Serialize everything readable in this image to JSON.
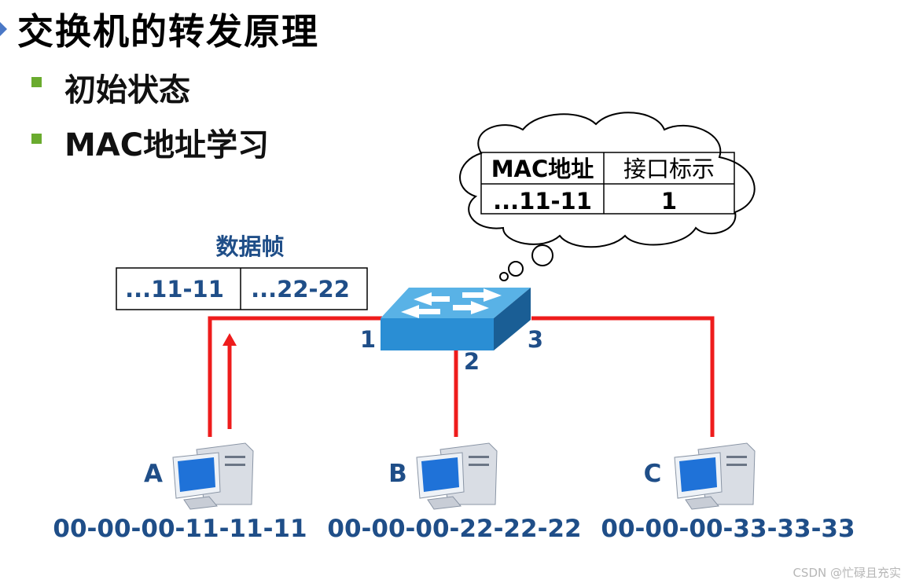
{
  "title": "交换机的转发原理",
  "bullets": [
    "初始状态",
    "MAC地址学习"
  ],
  "mac_table": {
    "headers": [
      "MAC地址",
      "接口标示"
    ],
    "rows": [
      [
        "...11-11",
        "1"
      ]
    ]
  },
  "frame": {
    "label": "数据帧",
    "fields": [
      "...11-11",
      "...22-22"
    ]
  },
  "ports": [
    "1",
    "2",
    "3"
  ],
  "hosts": [
    {
      "name": "A",
      "mac": "00-00-00-11-11-11"
    },
    {
      "name": "B",
      "mac": "00-00-00-22-22-22"
    },
    {
      "name": "C",
      "mac": "00-00-00-33-33-33"
    }
  ],
  "watermark": "CSDN @忙碌且充实",
  "colors": {
    "link": "#ee1c1c",
    "label_blue": "#1f4e88",
    "switch_top": "#4aa3dd",
    "switch_front": "#2c8fd4",
    "bullet_green": "#6aab2e"
  }
}
